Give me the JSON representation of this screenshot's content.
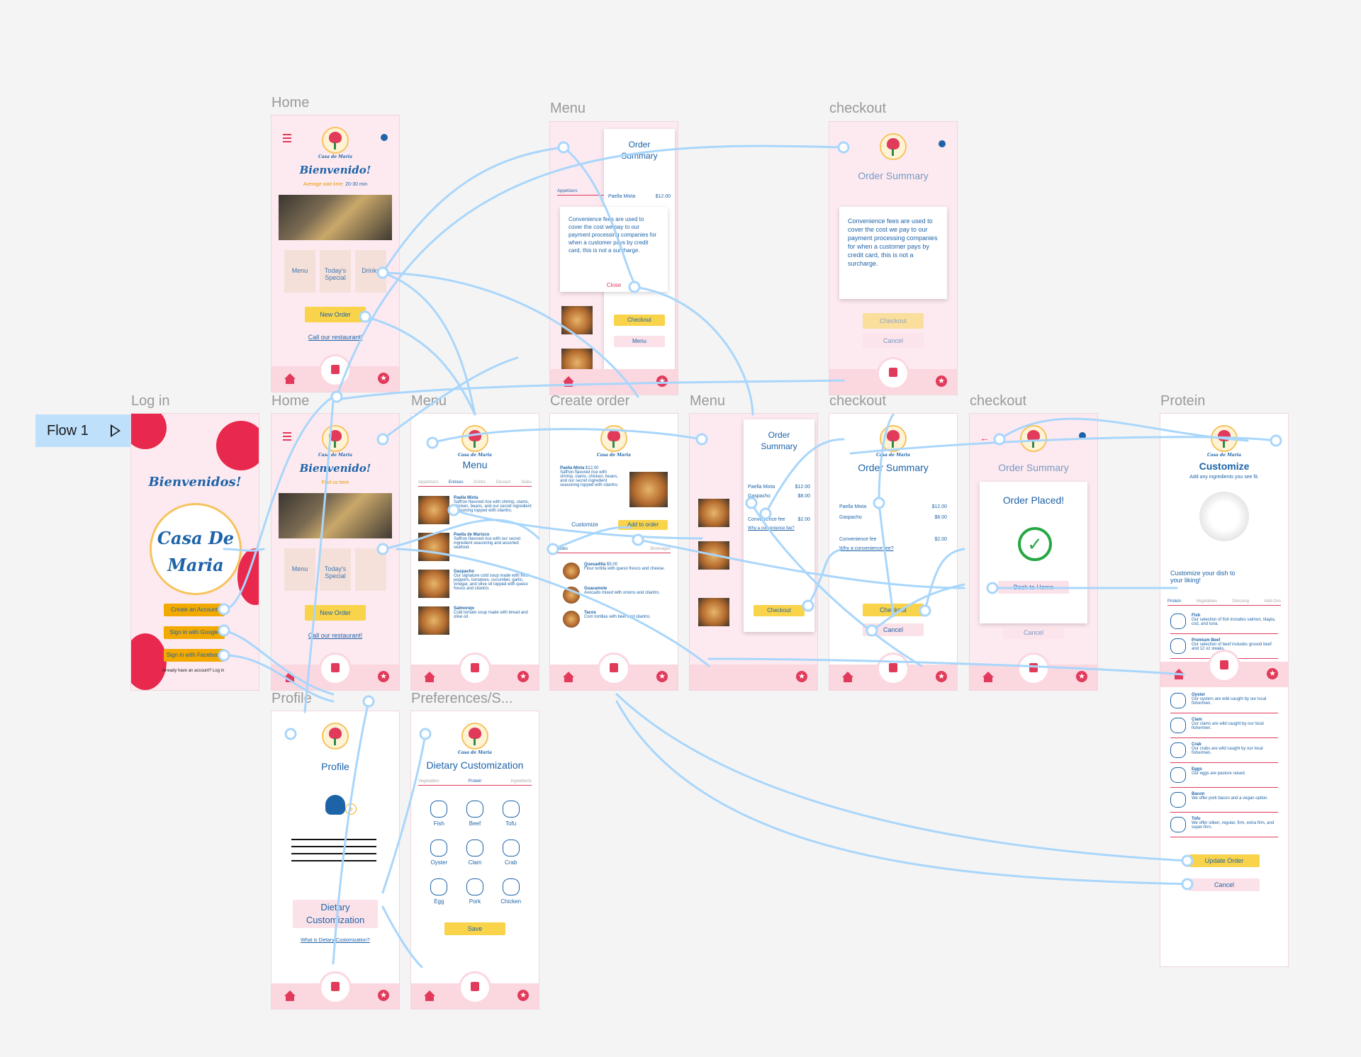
{
  "flow": {
    "label": "Flow 1"
  },
  "frames": {
    "home_top": {
      "title": "Home"
    },
    "menu_top": {
      "title": "Menu"
    },
    "checkout_top": {
      "title": "checkout"
    },
    "login": {
      "title": "Log in"
    },
    "home": {
      "title": "Home"
    },
    "menu": {
      "title": "Menu"
    },
    "create_order": {
      "title": "Create order"
    },
    "menu2": {
      "title": "Menu"
    },
    "checkout1": {
      "title": "checkout"
    },
    "checkout2": {
      "title": "checkout"
    },
    "protein": {
      "title": "Protein"
    },
    "profile": {
      "title": "Profile"
    },
    "preferences": {
      "title": "Preferences/S..."
    }
  },
  "brand": {
    "name": "Casa de Maria"
  },
  "home": {
    "greeting": "Bienvenido!",
    "wait_label": "Average wait time:",
    "wait_value": "20-30 min",
    "find_label": "Find us here",
    "tile_menu": "Menu",
    "tile_specials": "Today's Special",
    "tile_third": "Drinks",
    "new_order": "New Order",
    "call": "Call our restaurant!"
  },
  "login": {
    "greeting": "Bienvenidos!",
    "title_line1": "Casa De",
    "title_line2": "Maria",
    "create": "Create an Account",
    "google": "Sign in with Google",
    "facebook": "Sign in with Facebook",
    "already": "Already have an account? Log in"
  },
  "menu": {
    "title": "Menu",
    "tabs": [
      "Appetizers",
      "Entrees",
      "Drinks",
      "Dessert",
      "Sides"
    ],
    "items": [
      {
        "name": "Paella Mixta",
        "desc": "Saffron flavored rice with shrimp, clams, chicken, beans, and our secret ingredient seasoning topped with cilantro."
      },
      {
        "name": "Paella de Marisco",
        "desc": "Saffron flavored rice with our secret ingredient seasoning and assorted seafood."
      },
      {
        "name": "Gaspacho",
        "desc": "Our signature cold soup made with fresh peppers, tomatoes, cucumber, garlic, vinegar, and olive oil topped with queso fresco and cilantro."
      },
      {
        "name": "Salmorejo",
        "desc": "Cold tomato soup made with bread and olive oil."
      }
    ]
  },
  "create_order": {
    "item_name": "Paella Mixta",
    "item_price": "$12.00",
    "item_desc": "Saffron flavored rice with shrimp, clams, chicken, beans, and our secret ingredient seasoning topped with cilantro.",
    "customize": "Customize",
    "add": "Add to order",
    "tab_sides": "Sides",
    "tab_bev": "Beverages",
    "sides": [
      {
        "name": "Quesadilla",
        "desc": "Flour tortilla with queso fresco and cheese.",
        "price": "$5.00"
      },
      {
        "name": "Guacamole",
        "desc": "Avocado mixed with onions and cilantro.",
        "price": ""
      },
      {
        "name": "Tacos",
        "desc": "Corn tortillas with beef and cilantro.",
        "price": ""
      }
    ]
  },
  "order_summary": {
    "title": "Order Summary",
    "heading_line1": "Order",
    "heading_line2": "Summary",
    "items": [
      {
        "name": "Paella Mixta",
        "price": "$12.00"
      },
      {
        "name": "Gaspacho",
        "price": "$8.00"
      }
    ],
    "fee_label": "Convenience fee",
    "fee_value": "$2.00",
    "fee_link": "Why a convenience fee?",
    "fee_note": "Convenience fees are used to cover the cost we pay to our payment processing companies for when a customer pays by credit card, this is not a surcharge.",
    "close": "Close",
    "checkout": "Checkout",
    "menu_btn": "Menu",
    "cancel": "Cancel"
  },
  "order_placed": {
    "title": "Order Placed!",
    "back": "Back to Home",
    "cancel": "Cancel"
  },
  "profile": {
    "title": "Profile",
    "dietary": "Dietary Customization",
    "what": "What is Dietary Customization?"
  },
  "preferences": {
    "title": "Dietary Customization",
    "tabs": [
      "Vegetables",
      "Protein",
      "Ingredients"
    ],
    "options": [
      "Fish",
      "Beef",
      "Tofu",
      "Oyster",
      "Clam",
      "Crab",
      "Egg",
      "Pork",
      "Chicken"
    ],
    "save": "Save"
  },
  "protein": {
    "title": "Customize",
    "subtitle": "Add any ingredients you see fit.",
    "prompt": "Customize your dish to your liking!",
    "tabs": [
      "Protein",
      "Vegetables",
      "Dressing",
      "Add-Ons"
    ],
    "items": [
      {
        "name": "Fish",
        "desc": "Our selection of fish includes salmon, tilapia, cod, and tuna."
      },
      {
        "name": "Premium Beef",
        "desc": "Our selection of beef includes ground beef and 12 oz steaks."
      },
      {
        "name": "Oyster",
        "desc": "Our oysters are wild caught by our local fishermen."
      },
      {
        "name": "Clam",
        "desc": "Our clams are wild caught by our local fishermen."
      },
      {
        "name": "Crab",
        "desc": "Our crabs are wild caught by our local fishermen."
      },
      {
        "name": "Eggs",
        "desc": "Our eggs are pasture raised."
      },
      {
        "name": "Bacon",
        "desc": "We offer pork bacon and a vegan option."
      },
      {
        "name": "Tofu",
        "desc": "We offer silken, regular, firm, extra firm, and super-firm."
      }
    ],
    "update": "Update Order",
    "cancel": "Cancel"
  }
}
